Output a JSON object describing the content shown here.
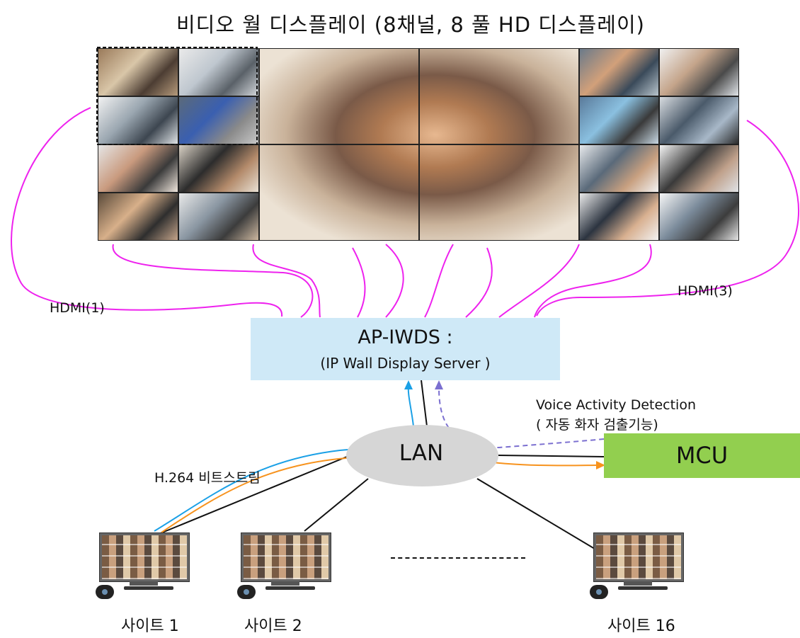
{
  "title": "비디오 월 디스플레이 (8채널, 8 풀 HD 디스플레이)",
  "labels": {
    "hdmi_left": "HDMI(1)",
    "hdmi_right": "HDMI(3)",
    "voice_activity": "Voice Activity Detection",
    "voice_activity_sub": "( 자동 화자 검출기능)",
    "h264": "H.264 비트스트림",
    "lan": "LAN"
  },
  "server": {
    "title": "AP-IWDS :",
    "subtitle": "(IP Wall Display Server )"
  },
  "mcu": {
    "label": "MCU"
  },
  "sites": [
    "사이트 1",
    "사이트 2",
    "사이트 16"
  ],
  "colors": {
    "server_fill": "#cfe9f7",
    "mcu_fill": "#92cf4f",
    "lan_fill": "#d6d6d6",
    "hdmi_cable": "#ee22ee",
    "h264_stream_blue": "#1aa0e6",
    "h264_stream_orange": "#f7931e",
    "voice_detection": "#7b6fd0"
  }
}
